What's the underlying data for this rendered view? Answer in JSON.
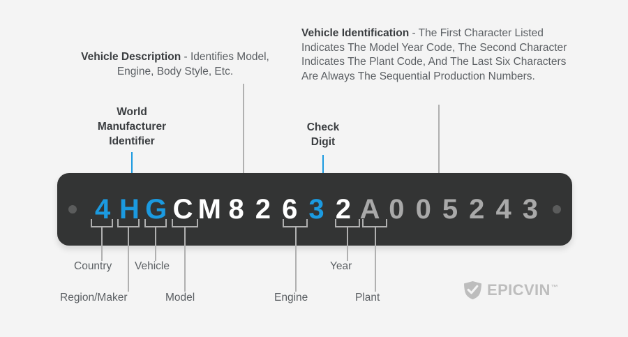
{
  "background_color": "#f4f4f4",
  "accent_color": "#1b9ae0",
  "plate": {
    "color": "#333434",
    "vin": "4HGCM82632A005243",
    "characters": [
      {
        "char": "4",
        "tone": "blue"
      },
      {
        "char": "H",
        "tone": "blue"
      },
      {
        "char": "G",
        "tone": "blue"
      },
      {
        "char": "C",
        "tone": "white"
      },
      {
        "char": "M",
        "tone": "white"
      },
      {
        "char": "8",
        "tone": "white"
      },
      {
        "char": "2",
        "tone": "white"
      },
      {
        "char": "6",
        "tone": "white"
      },
      {
        "char": "3",
        "tone": "blue"
      },
      {
        "char": "2",
        "tone": "white"
      },
      {
        "char": "A",
        "tone": "gray"
      },
      {
        "char": "0",
        "tone": "gray"
      },
      {
        "char": "0",
        "tone": "gray"
      },
      {
        "char": "5",
        "tone": "gray"
      },
      {
        "char": "2",
        "tone": "gray"
      },
      {
        "char": "4",
        "tone": "gray"
      },
      {
        "char": "3",
        "tone": "gray"
      }
    ]
  },
  "annotations": {
    "vehicle_description": {
      "title": "Vehicle Description",
      "body": " - Identifies Model, Engine, Body Style, Etc."
    },
    "vehicle_identification": {
      "title": "Vehicle Identification",
      "body": " - The First Character Listed Indicates The Model Year Code, The Second Character Indicates The Plant Code, And The Last Six Characters Are Always The Sequential Production Numbers."
    },
    "world_manufacturer_identifier": {
      "line1": "World",
      "line2": "Manufacturer",
      "line3": "Identifier"
    },
    "check_digit": {
      "line1": "Check",
      "line2": "Digit"
    }
  },
  "bottom_labels": [
    {
      "label": "Country"
    },
    {
      "label": "Vehicle"
    },
    {
      "label": "Region/Maker"
    },
    {
      "label": "Model"
    },
    {
      "label": "Engine"
    },
    {
      "label": "Year"
    },
    {
      "label": "Plant"
    }
  ],
  "logo": {
    "name": "EPICVIN",
    "trademark": "™",
    "icon": "shield-check-icon",
    "color": "#bdbdbd"
  }
}
